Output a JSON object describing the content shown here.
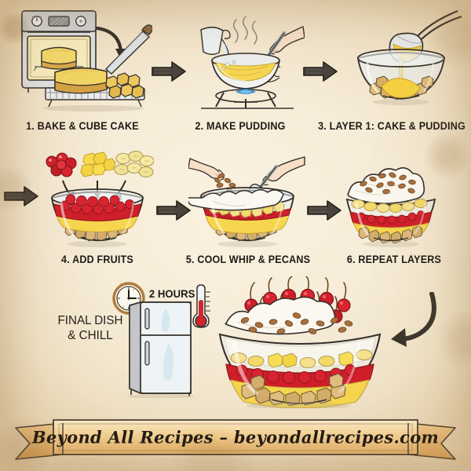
{
  "poster": {
    "type": "recipe-step-infographic",
    "subject": "Layered trifle / punch bowl cake",
    "background_color": "#f6ecd8",
    "ink_color": "#2b2520"
  },
  "steps": [
    {
      "number": "1",
      "caption": "1. BAKE & CUBE CAKE",
      "illustration": "oven-with-cake-and-cooling-rack-knife-cubes",
      "icons": [
        "oven-icon",
        "cake-loaf-icon",
        "cooling-rack-icon",
        "knife-icon",
        "cake-cube-icon",
        "curved-arrow-icon"
      ]
    },
    {
      "number": "2",
      "caption": "2. MAKE PUDDING",
      "illustration": "saucepan-on-gas-burner-hand-whisking-pouring-milk",
      "icons": [
        "measuring-cup-icon",
        "milk-pour-icon",
        "steam-icon",
        "hand-icon",
        "whisk-icon",
        "mixing-bowl-icon",
        "gas-burner-icon"
      ]
    },
    {
      "number": "3",
      "caption": "3. LAYER 1: CAKE & PUDDING",
      "illustration": "ladle-pouring-pudding-over-cake-cubes-in-glass-bowl",
      "icons": [
        "ladle-icon",
        "pudding-pour-icon",
        "glass-bowl-icon",
        "cake-cube-icon"
      ]
    },
    {
      "number": "4",
      "caption": "4. ADD FRUITS",
      "illustration": "cherries-pineapple-banana-dropping-into-bowl",
      "icons": [
        "cherries-icon",
        "pineapple-chunks-icon",
        "banana-slices-icon",
        "down-arrow-icon",
        "glass-bowl-icon"
      ]
    },
    {
      "number": "5",
      "caption": "5. COOL WHIP & PECANS",
      "illustration": "two-hands-sprinkling-pecans-and-spreading-whipped-topping",
      "icons": [
        "hand-icon",
        "pecan-icon",
        "spoon-icon",
        "whipped-cream-icon",
        "glass-bowl-icon"
      ]
    },
    {
      "number": "6",
      "caption": "6. REPEAT LAYERS",
      "illustration": "finished-layered-trifle-with-whipped-cream-and-pecans",
      "icons": [
        "glass-bowl-icon",
        "whipped-cream-icon",
        "pecan-icon"
      ]
    }
  ],
  "final": {
    "label_line1": "FINAL DISH",
    "label_line2": "& CHILL",
    "chill_time": "2 HOURS",
    "icons": [
      "clock-icon",
      "refrigerator-icon",
      "thermometer-icon",
      "trifle-bowl-icon",
      "curved-arrow-icon"
    ],
    "clock_time": "3:00"
  },
  "banner": {
    "text": "Beyond All Recipes – beyondallrecipes.com",
    "brand": "Beyond All Recipes",
    "website": "beyondallrecipes.com",
    "ribbon_color": "#f2c97e"
  },
  "palette": {
    "paper": "#f6ecd8",
    "ink": "#2b2520",
    "cake": "#e8c56a",
    "pudding": "#f5d454",
    "cherry": "#cf1f2a",
    "cream": "#fbf7ef",
    "pecan": "#a9703c",
    "banana": "#f3e08a",
    "pineapple": "#f7d94c",
    "ribbon": "#f2c97e",
    "steel": "#c9ccce"
  }
}
